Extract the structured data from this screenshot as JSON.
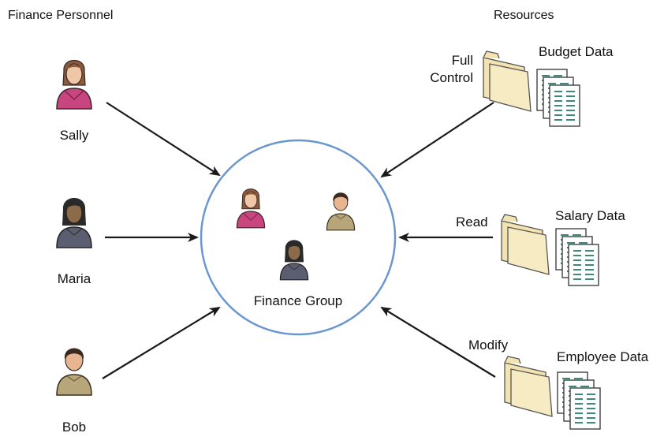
{
  "headers": {
    "left": "Finance Personnel",
    "right": "Resources"
  },
  "people": [
    {
      "name": "Sally"
    },
    {
      "name": "Maria"
    },
    {
      "name": "Bob"
    }
  ],
  "group": {
    "label": "Finance Group",
    "circle_color": "#6a96d0"
  },
  "resources": [
    {
      "name": "Budget Data",
      "permission": "Full\nControl"
    },
    {
      "name": "Salary Data",
      "permission": "Read"
    },
    {
      "name": "Employee Data",
      "permission": "Modify"
    }
  ],
  "colors": {
    "sally_shirt": "#c9457f",
    "maria_shirt": "#5b5e70",
    "bob_shirt": "#b7a67a",
    "folder": "#f3e3b0",
    "document_text": "#3d8a7a"
  },
  "icons": [
    "person-icon",
    "folder-icon",
    "document-stack-icon",
    "arrow"
  ]
}
